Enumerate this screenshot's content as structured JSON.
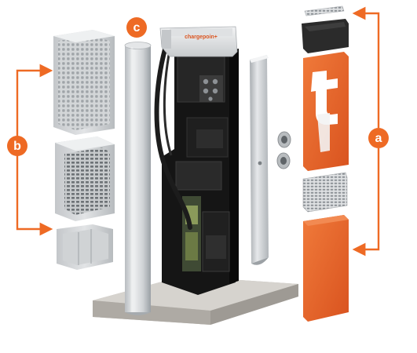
{
  "callouts": [
    {
      "id": "a",
      "letter": "a"
    },
    {
      "id": "b",
      "letter": "b"
    },
    {
      "id": "c",
      "letter": "c"
    }
  ],
  "branding": {
    "logo_text": "chargepoin+"
  },
  "colors": {
    "accent_orange": "#EE6A24",
    "panel_orange": "#E8602A",
    "tower_black": "#1a1a1a",
    "metal_light": "#d8dadc",
    "metal_dark": "#9ea3a7",
    "grille_gray": "#c9ccce",
    "concrete": "#bdbab5"
  },
  "components": [
    {
      "name": "top-cap-grille",
      "role": "part a"
    },
    {
      "name": "top-display-panel",
      "role": "part a"
    },
    {
      "name": "orange-logo-panel",
      "role": "part a"
    },
    {
      "name": "mid-grille-panel",
      "role": "part a"
    },
    {
      "name": "lower-orange-panel",
      "role": "part a"
    },
    {
      "name": "upper-vent-panel",
      "role": "part b"
    },
    {
      "name": "middle-vent-panel",
      "role": "part b"
    },
    {
      "name": "lower-vent-panel",
      "role": "part b"
    },
    {
      "name": "left-cylinder-column",
      "role": "part c"
    },
    {
      "name": "charging-tower",
      "role": "core"
    },
    {
      "name": "right-side-column",
      "role": "trim"
    },
    {
      "name": "holster-fittings",
      "role": "trim"
    },
    {
      "name": "concrete-base",
      "role": "base"
    }
  ]
}
